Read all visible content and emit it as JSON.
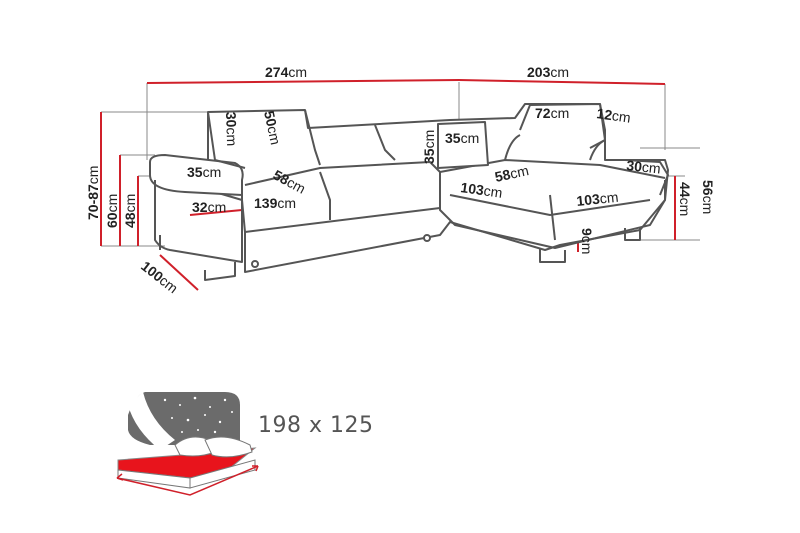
{
  "diagram": {
    "type": "sofa-dimension-drawing",
    "colors": {
      "dimension_line": "#d0202a",
      "outline": "#555555",
      "guide": "#888888",
      "bed_fill": "#e8141c",
      "night_bg": "#6b6b6b"
    },
    "overall": {
      "width_left": {
        "value": "274",
        "unit": "cm"
      },
      "width_right": {
        "value": "203",
        "unit": "cm"
      }
    },
    "left_side": {
      "total_height": {
        "value": "70-87",
        "unit": "cm"
      },
      "armrest_height": {
        "value": "60",
        "unit": "cm"
      },
      "seat_height": {
        "value": "48",
        "unit": "cm"
      },
      "depth": {
        "value": "100",
        "unit": "cm"
      },
      "headrest_height": {
        "value": "30",
        "unit": "cm"
      },
      "back_height": {
        "value": "50",
        "unit": "cm"
      },
      "armrest_width_top": {
        "value": "35",
        "unit": "cm"
      },
      "seat_depth": {
        "value": "58",
        "unit": "cm"
      },
      "armrest_width": {
        "value": "32",
        "unit": "cm"
      },
      "seat_width": {
        "value": "139",
        "unit": "cm"
      }
    },
    "corner": {
      "cushion_height": {
        "value": "35",
        "unit": "cm"
      },
      "cushion_width": {
        "value": "35",
        "unit": "cm"
      }
    },
    "right_side": {
      "headrest_width": {
        "value": "72",
        "unit": "cm"
      },
      "headrest_depth": {
        "value": "12",
        "unit": "cm"
      },
      "seat_depth": {
        "value": "58",
        "unit": "cm"
      },
      "chaise_length": {
        "value": "103",
        "unit": "cm"
      },
      "chaise_width": {
        "value": "103",
        "unit": "cm"
      },
      "armrest_width": {
        "value": "30",
        "unit": "cm"
      },
      "seat_height": {
        "value": "44",
        "unit": "cm"
      },
      "armrest_height": {
        "value": "56",
        "unit": "cm"
      },
      "leg_height": {
        "value": "9",
        "unit": "cm"
      }
    },
    "sleeping_area": {
      "icon": "bed-night-icon",
      "size": "198 x 125"
    }
  }
}
